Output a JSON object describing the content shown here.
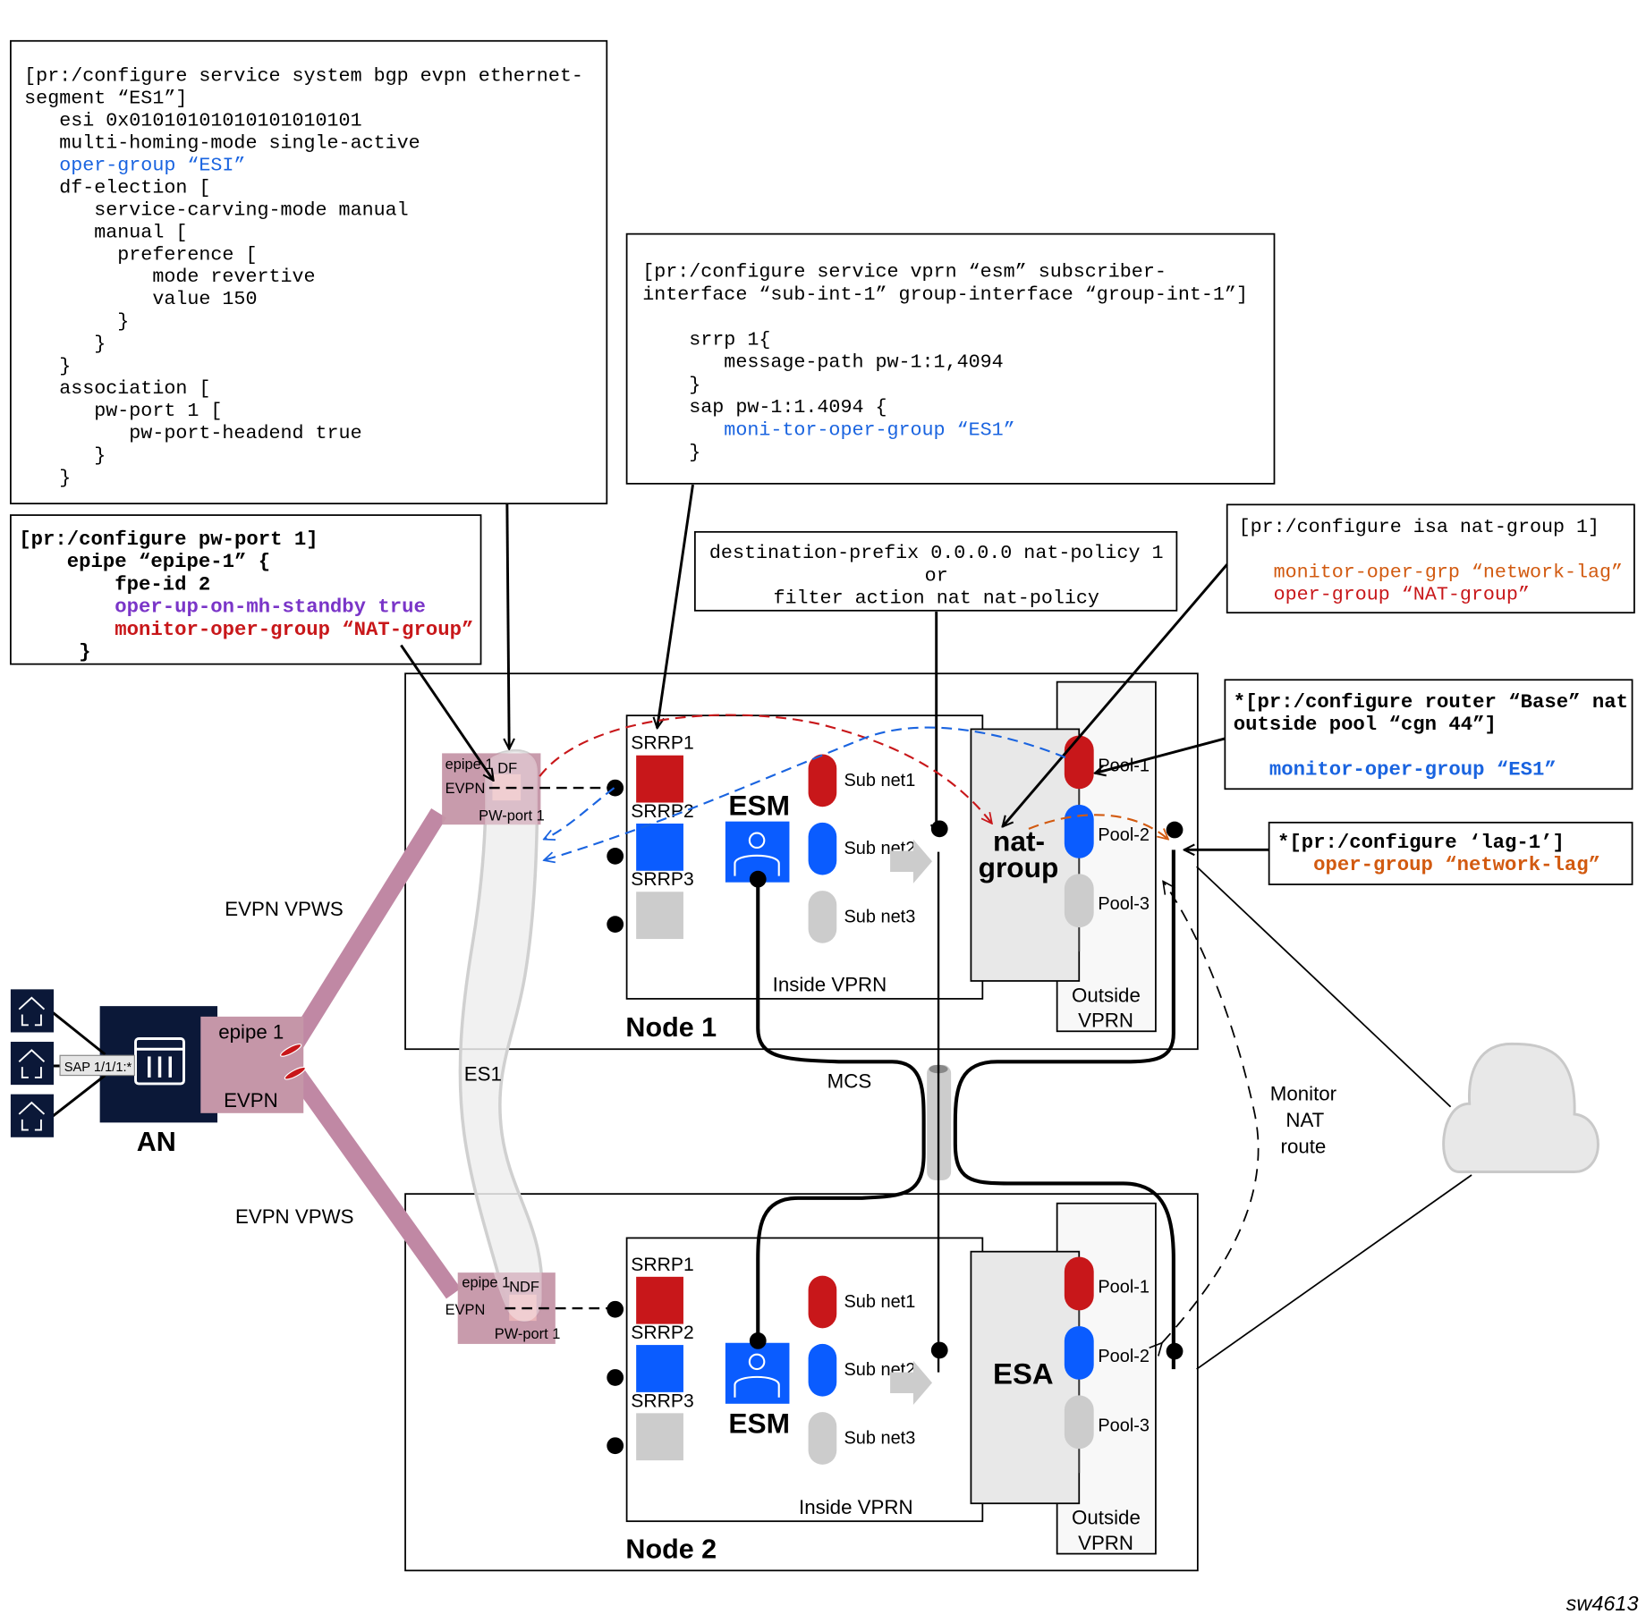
{
  "figure_id": "sw4613",
  "colors": {
    "srrp_red": "#c8171a",
    "srrp_blue": "#0a5cff",
    "srrp_gray": "#cccccc",
    "esm_blue": "#0a5cff",
    "an_navy": "#0b1838",
    "pipe_mauve": "#c088a4",
    "pwport_mauve": "#c596a8",
    "code_blue": "#1a64e0",
    "code_purple": "#7a35c8",
    "code_red": "#c8171a",
    "code_orange": "#d25a10"
  },
  "code_boxes": {
    "es1": {
      "lines": [
        {
          "text": "[pr:/configure service system bgp evpn ethernet-",
          "color": "black"
        },
        {
          "text": "segment “ES1”]",
          "color": "black"
        },
        {
          "text": "   esi 0x01010101010101010101",
          "color": "black"
        },
        {
          "text": "   multi-homing-mode single-active",
          "color": "black"
        },
        {
          "text": "   oper-group “ESI”",
          "color": "blue"
        },
        {
          "text": "   df-election [",
          "color": "black"
        },
        {
          "text": "      service-carving-mode manual",
          "color": "black"
        },
        {
          "text": "      manual [",
          "color": "black"
        },
        {
          "text": "        preference [",
          "color": "black"
        },
        {
          "text": "           mode revertive",
          "color": "black"
        },
        {
          "text": "           value 150",
          "color": "black"
        },
        {
          "text": "        }",
          "color": "black"
        },
        {
          "text": "      }",
          "color": "black"
        },
        {
          "text": "   }",
          "color": "black"
        },
        {
          "text": "   association [",
          "color": "black"
        },
        {
          "text": "      pw-port 1 [",
          "color": "black"
        },
        {
          "text": "         pw-port-headend true",
          "color": "black"
        },
        {
          "text": "      }",
          "color": "black"
        },
        {
          "text": "   }",
          "color": "black"
        }
      ]
    },
    "pw_port": {
      "lines": [
        {
          "text": "[pr:/configure pw-port 1]",
          "color": "black"
        },
        {
          "text": "    epipe “epipe-1” {",
          "color": "black"
        },
        {
          "text": "        fpe-id 2",
          "color": "black"
        },
        {
          "text": "        oper-up-on-mh-standby true",
          "color": "purple"
        },
        {
          "text": "        monitor-oper-group “NAT-group”",
          "color": "red"
        },
        {
          "text": "     }",
          "color": "black"
        }
      ]
    },
    "vprn_esm": {
      "lines": [
        {
          "text": "[pr:/configure service vprn “esm” subscriber-",
          "color": "black"
        },
        {
          "text": "interface “sub-int-1” group-interface “group-int-1”]",
          "color": "black"
        },
        {
          "text": "",
          "color": "black"
        },
        {
          "text": "    srrp 1{",
          "color": "black"
        },
        {
          "text": "       message-path pw-1:1,4094",
          "color": "black"
        },
        {
          "text": "    }",
          "color": "black"
        },
        {
          "text": "    sap pw-1:1.4094 {",
          "color": "black"
        },
        {
          "text": "       moni-tor-oper-group “ES1”",
          "color": "blue"
        },
        {
          "text": "    }",
          "color": "black"
        }
      ]
    },
    "nat_policy": {
      "lines": [
        {
          "text": "destination-prefix 0.0.0.0 nat-policy 1",
          "color": "black"
        },
        {
          "text": "or",
          "color": "black"
        },
        {
          "text": "filter action nat nat-policy",
          "color": "black"
        }
      ]
    },
    "isa_nat_group": {
      "lines": [
        {
          "text": "[pr:/configure isa nat-group 1]",
          "color": "black"
        },
        {
          "text": "",
          "color": "black"
        },
        {
          "text": "   monitor-oper-grp “network-lag”",
          "color": "orange"
        },
        {
          "text": "   oper-group “NAT-group”",
          "color": "red"
        }
      ]
    },
    "router_base_nat": {
      "lines": [
        {
          "text": "*[pr:/configure router “Base” nat",
          "color": "black"
        },
        {
          "text": "outside pool “cgn 44”]",
          "color": "black"
        },
        {
          "text": "",
          "color": "black"
        },
        {
          "text": "   monitor-oper-group “ES1”",
          "color": "blue"
        }
      ]
    },
    "lag1": {
      "lines": [
        {
          "text": "*[pr:/configure ‘lag-1’]",
          "color": "black"
        },
        {
          "text": "   oper-group “network-lag”",
          "color": "orange"
        }
      ]
    }
  },
  "access": {
    "an_label": "AN",
    "sap_label": "SAP 1/1/1:*",
    "epipe_label": "epipe 1",
    "evpn_label": "EVPN",
    "homes": [
      "home-icon",
      "home-icon",
      "home-icon"
    ],
    "an_icon": "access-node-icon"
  },
  "links": {
    "vpws_top": "EVPN VPWS",
    "vpws_bottom": "EVPN VPWS",
    "es_label": "ES1",
    "mcs_label": "MCS",
    "monitor_label_lines": [
      "Monitor",
      "NAT",
      "route"
    ],
    "cloud_icon": "cloud-icon"
  },
  "node1": {
    "title": "Node 1",
    "pw_port": {
      "epipe": "epipe 1",
      "role": "DF",
      "evpn": "EVPN",
      "name": "PW-port 1"
    },
    "srrp": [
      "SRRP1",
      "SRRP2",
      "SRRP3"
    ],
    "esm_label": "ESM",
    "subnets": [
      "Sub net1",
      "Sub net2",
      "Sub net3"
    ],
    "inside_vprn": "Inside VPRN",
    "nat_label_lines": [
      "nat-",
      "group"
    ],
    "pools": [
      "Pool-1",
      "Pool-2",
      "Pool-3"
    ],
    "outside_vprn_lines": [
      "Outside",
      "VPRN"
    ]
  },
  "node2": {
    "title": "Node 2",
    "pw_port": {
      "epipe": "epipe 1",
      "role": "NDF",
      "evpn": "EVPN",
      "name": "PW-port 1"
    },
    "srrp": [
      "SRRP1",
      "SRRP2",
      "SRRP3"
    ],
    "esm_label": "ESM",
    "subnets": [
      "Sub net1",
      "Sub net2",
      "Sub net3"
    ],
    "inside_vprn": "Inside VPRN",
    "nat_label": "ESA",
    "pools": [
      "Pool-1",
      "Pool-2",
      "Pool-3"
    ],
    "outside_vprn_lines": [
      "Outside",
      "VPRN"
    ]
  }
}
